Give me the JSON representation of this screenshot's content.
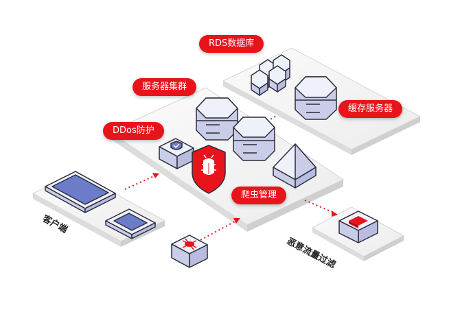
{
  "labels": {
    "rds": "RDS数据库",
    "cluster": "服务器集群",
    "cache": "缓存服务器",
    "ddos": "DDos防护",
    "crawler": "爬虫管理",
    "client": "客户端",
    "blocked": "恶意流量过滤"
  },
  "colors": {
    "tag_red": "#e8141b",
    "platform": "#f3f3f3",
    "cube_top": "#eef0fa",
    "cube_side": "#c9cde8",
    "outline": "#2b2d3a",
    "device_blue": "#6d7cc9"
  }
}
